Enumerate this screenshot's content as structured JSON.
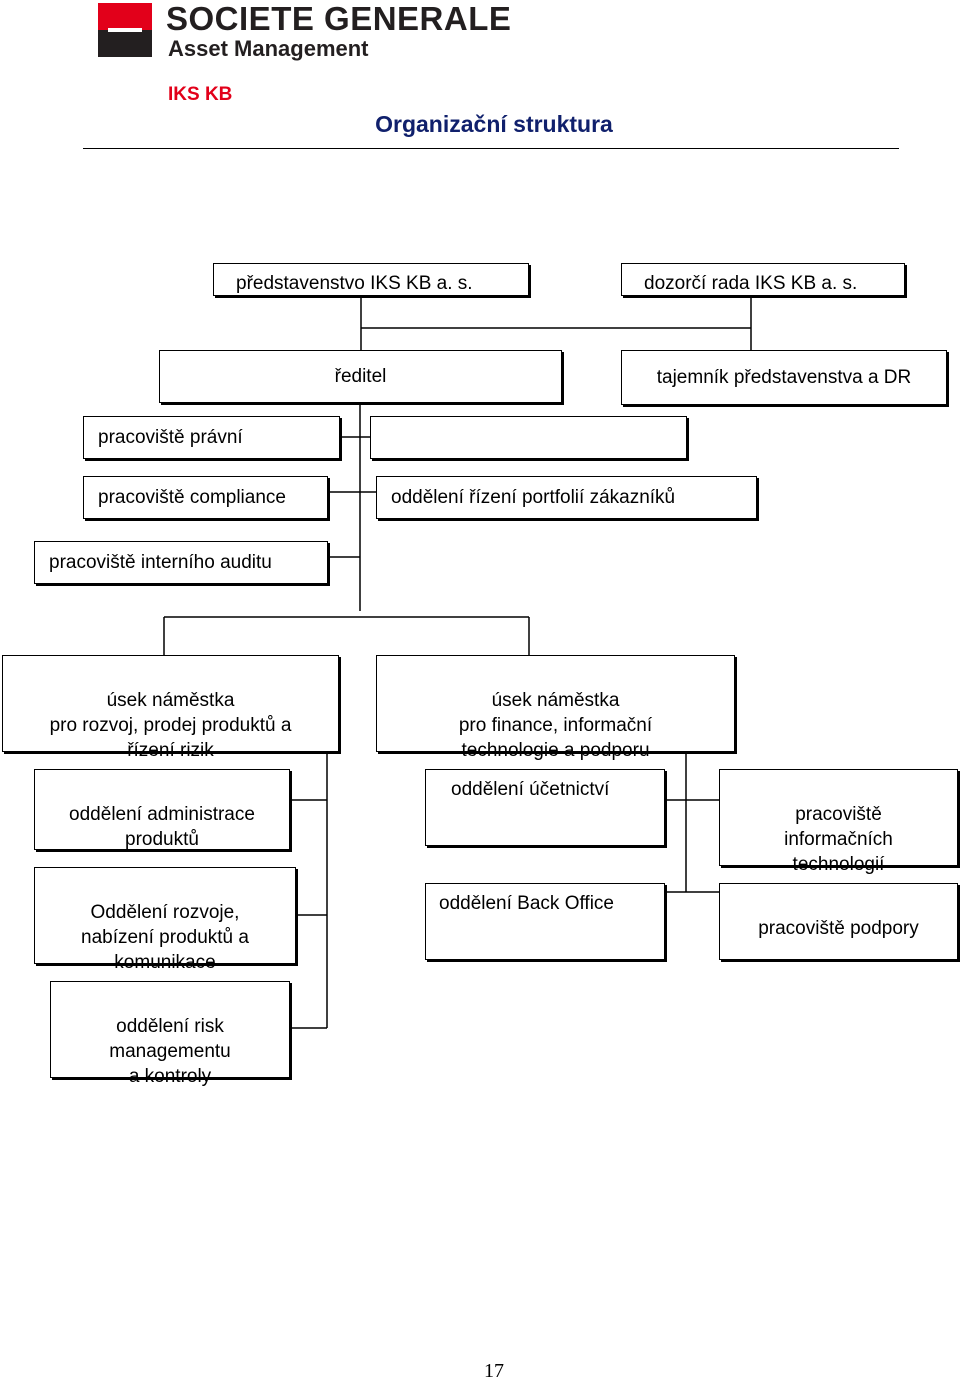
{
  "header": {
    "logo_title": "SOCIETE GENERALE",
    "logo_subtitle": "Asset Management",
    "logo_sub": "IKS KB",
    "brand_colors": {
      "red": "#e2001a",
      "black": "#231f20",
      "title_blue": "#10206c"
    }
  },
  "title": "Organizační struktura",
  "org_chart": {
    "board": "představenstvo IKS KB a. s.",
    "supervisory_board": "dozorčí rada IKS KB a. s.",
    "director": "ředitel",
    "secretary": "tajemník představenstva a DR",
    "legal": "pracoviště právní",
    "compliance": "pracoviště compliance",
    "client_portfolio": "oddělení řízení portfolií zákazníků",
    "internal_audit": "pracoviště interního auditu",
    "deputy_development": "úsek náměstka\npro rozvoj, prodej  produktů a\nřízení rizik",
    "deputy_finance": "úsek náměstka\npro finance, informační\ntechnologie a podporu",
    "product_admin": "oddělení  administrace\nproduktů",
    "product_development": "Oddělení rozvoje,\nnabízení produktů a\nkomunikace",
    "risk_management": "oddělení risk\nmanagementu\na kontroly",
    "accounting": "oddělení  účetnictví",
    "back_office": "oddělení Back Office",
    "it": "pracoviště\ninformačních\ntechnologií",
    "support": "pracoviště podpory"
  },
  "page_number": "17"
}
